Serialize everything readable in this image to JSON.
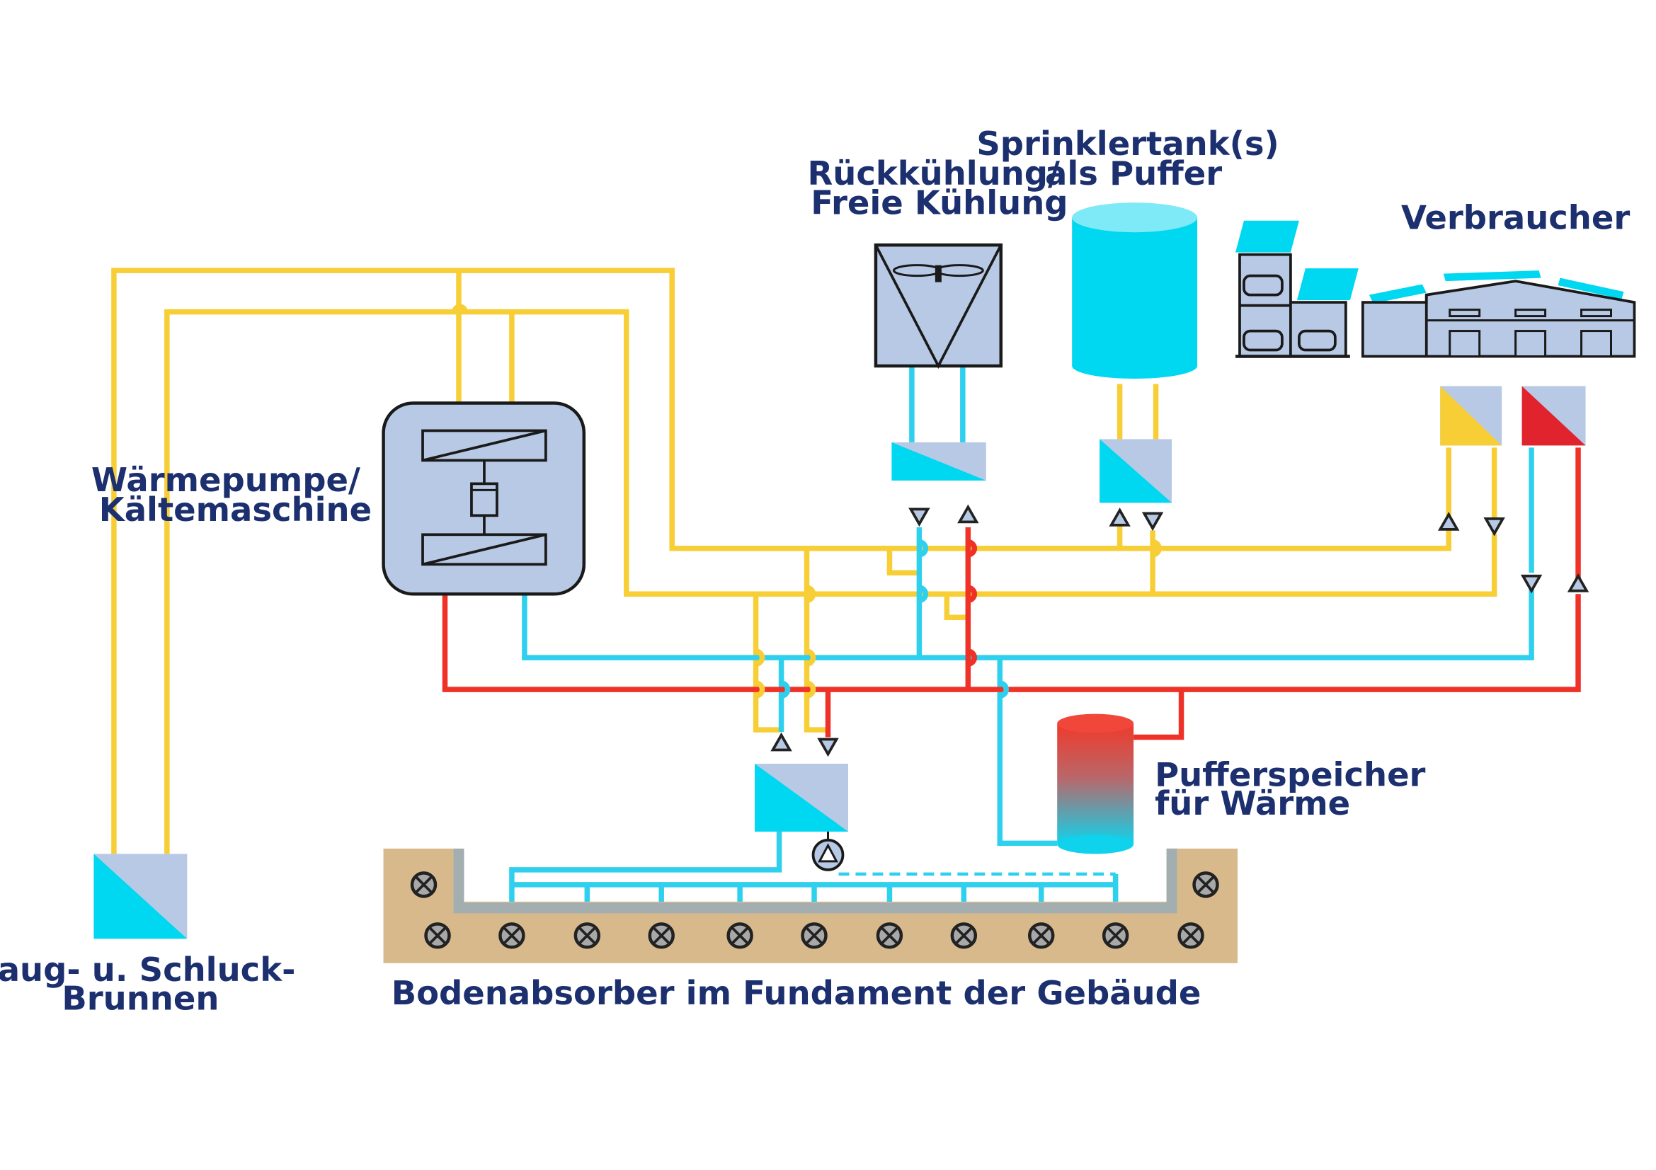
{
  "labels": {
    "heat_pump": [
      "Wärmepumpe/",
      "Kältemaschine"
    ],
    "recooling": [
      "Rückkühlung/",
      "Freie Kühlung"
    ],
    "sprinkler": [
      "Sprinklertank(s)",
      "als Puffer"
    ],
    "consumers": [
      "Verbraucher"
    ],
    "buffer": [
      "Pufferspeicher",
      "für Wärme"
    ],
    "wells": [
      "Saug- u. Schluck-",
      "Brunnen"
    ],
    "absorber": [
      "Bodenabsorber im Fundament der Gebäude"
    ]
  },
  "colors": {
    "label_text": "#1c2f6e",
    "pipe_yellow": "#f7ce36",
    "pipe_cyan": "#2fd0ee",
    "pipe_red": "#ef3227",
    "equipment_blue": "#b7c9e5",
    "tank_cyan": "#00d7f0",
    "soil": "#d8b98c",
    "foundation_grey": "#a3aeb0"
  },
  "icons": {
    "heat_exchanger": "heat-exchanger-icon",
    "pump": "pump-icon",
    "flow_direction": "flow-arrow-icon",
    "absorber_probe": "absorber-probe-icon",
    "fan": "fan-icon",
    "parking_garage": "parking-garage-icon",
    "hall": "hall-building-icon",
    "solar_panel": "solar-panel-icon"
  }
}
